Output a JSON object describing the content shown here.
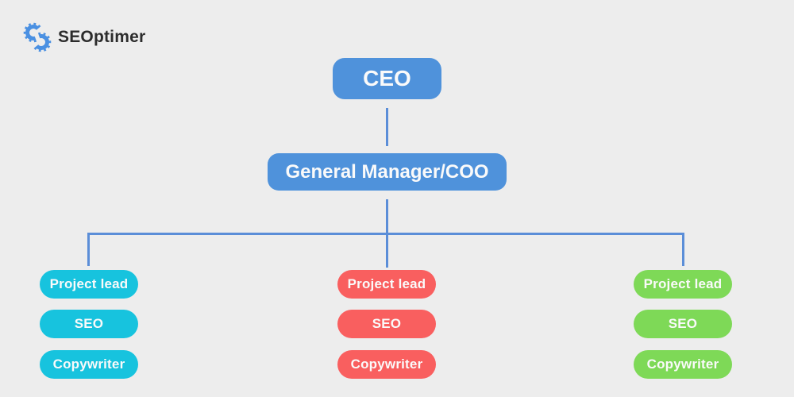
{
  "canvas": {
    "background": "#ededed"
  },
  "logo": {
    "text": "SEOptimer",
    "icon": "double-gear-icon",
    "icon_color": "#4a90e2",
    "text_color": "#2c2c2c"
  },
  "org_chart": {
    "connector_color": "#5b8ed8",
    "node_text_color": "#fafafa",
    "ceo": {
      "label": "CEO",
      "color": "#4f92db"
    },
    "gm": {
      "label": "General Manager/COO",
      "color": "#4f92db"
    },
    "teams": [
      {
        "color": "#17c3de",
        "roles": [
          "Project lead",
          "SEO",
          "Copywriter"
        ]
      },
      {
        "color": "#f95f5f",
        "roles": [
          "Project lead",
          "SEO",
          "Copywriter"
        ]
      },
      {
        "color": "#7ed957",
        "roles": [
          "Project lead",
          "SEO",
          "Copywriter"
        ]
      }
    ]
  }
}
